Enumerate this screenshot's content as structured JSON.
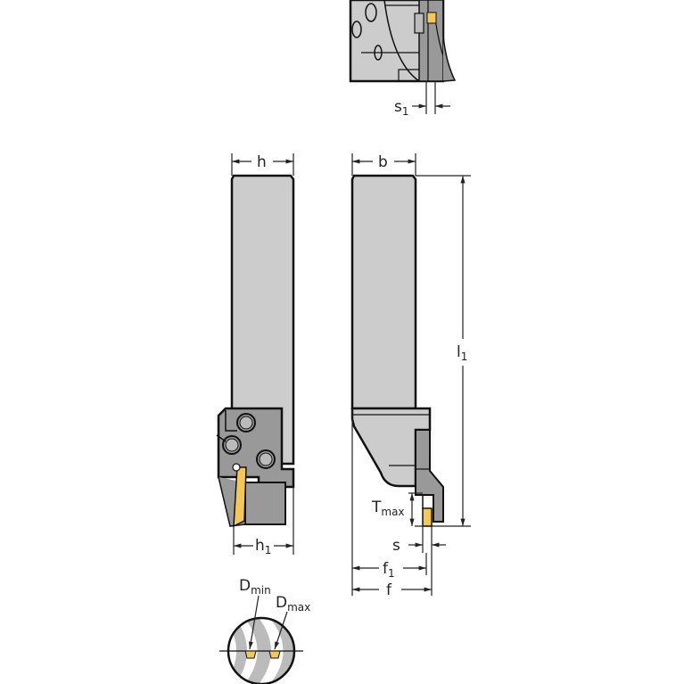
{
  "diagram": {
    "type": "technical-drawing",
    "subject": "grooving tool holder",
    "colors": {
      "background": "#ffffff",
      "body_light": "#cccccc",
      "body_dark": "#999999",
      "clamp_dark": "#777777",
      "insert": "#f5c65a",
      "outline": "#111111",
      "dimension_line": "#222222"
    },
    "views": {
      "top_detail": {
        "dimension_labels": [
          {
            "main": "s",
            "sub": "1"
          }
        ]
      },
      "side_view": {
        "dimension_labels": [
          {
            "main": "h",
            "sub": ""
          },
          {
            "main": "h",
            "sub": "1"
          }
        ]
      },
      "front_view": {
        "dimension_labels": [
          {
            "main": "b",
            "sub": ""
          },
          {
            "main": "l",
            "sub": "1"
          },
          {
            "main": "T",
            "sub": "max"
          },
          {
            "main": "s",
            "sub": ""
          },
          {
            "main": "f",
            "sub": "1"
          },
          {
            "main": "f",
            "sub": ""
          }
        ]
      },
      "workpiece_detail": {
        "dimension_labels": [
          {
            "main": "D",
            "sub": "min"
          },
          {
            "main": "D",
            "sub": "max"
          }
        ]
      }
    }
  }
}
